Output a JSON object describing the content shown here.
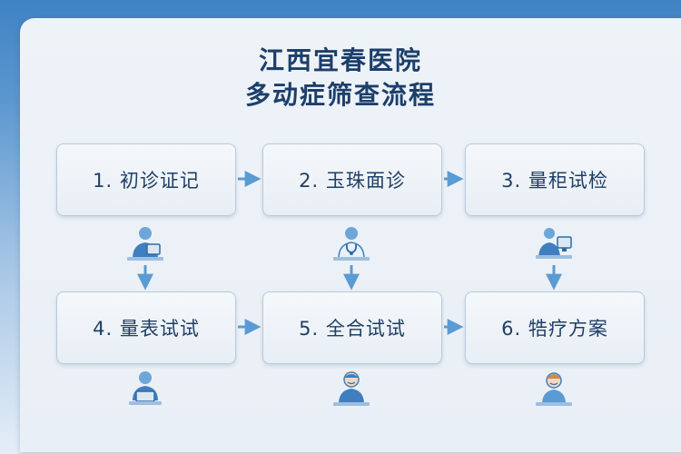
{
  "title": {
    "line1": "江西宜春医院",
    "line2": "多动症筛查流程"
  },
  "steps": [
    {
      "label": "1. 初诊证记"
    },
    {
      "label": "2. 玉珠面诊"
    },
    {
      "label": "3. 量秬试检"
    },
    {
      "label": "4. 量表试试"
    },
    {
      "label": "5. 全合试试"
    },
    {
      "label": "6. 牿疗方案"
    }
  ],
  "icons": [
    "doctor-with-tablet-icon",
    "doctor-with-stethoscope-icon",
    "person-at-computer-icon",
    "person-at-laptop-icon",
    "smiling-person-icon",
    "happy-child-icon"
  ],
  "colors": {
    "primary_blue": "#3f83c4",
    "title_text": "#1c3f6b",
    "box_border": "#b8cadc",
    "arrow": "#5a9bd4"
  }
}
